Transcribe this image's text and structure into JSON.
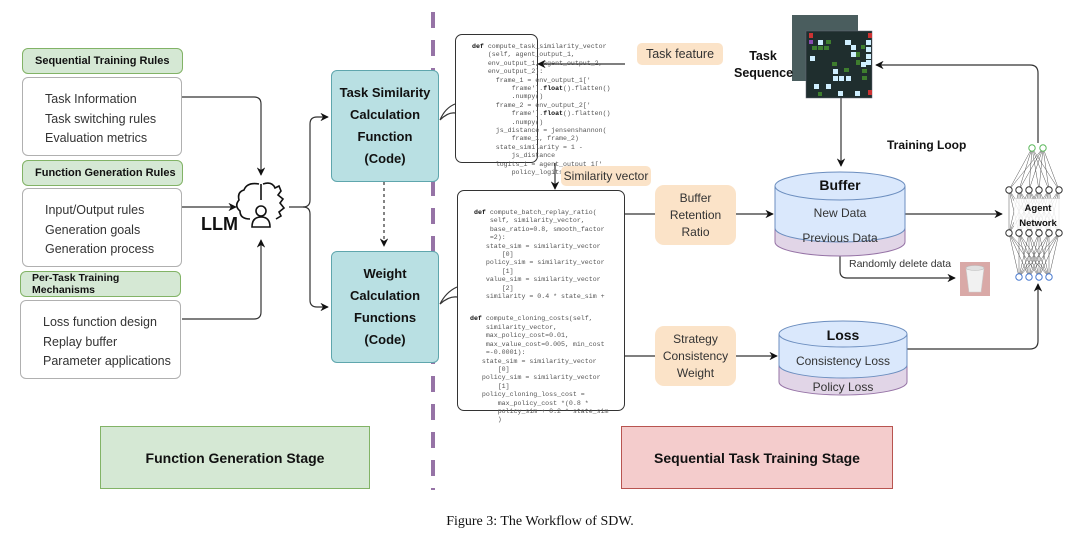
{
  "figure": {
    "caption": "Figure 3: The Workflow of SDW."
  },
  "rules": [
    {
      "header": "Sequential Training Rules",
      "items": [
        "Task Information",
        "Task switching rules",
        "Evaluation metrics"
      ]
    },
    {
      "header": "Function Generation Rules",
      "items": [
        "Input/Output rules",
        "Generation goals",
        "Generation process"
      ]
    },
    {
      "header": "Per-Task Training Mechanisms",
      "items": [
        "Loss function design",
        "Replay buffer",
        "Parameter applications"
      ]
    }
  ],
  "llm": {
    "label": "LLM",
    "icon": "brain-gear-person-icon"
  },
  "functions": {
    "similarity": [
      "Task Similarity",
      "Calculation",
      "Function",
      "(Code)"
    ],
    "weight": [
      "Weight",
      "Calculation",
      "Functions",
      "(Code)"
    ]
  },
  "code": {
    "similarity": "<b>def</b> compute_task_similarity_vector\n    (self, agent_output_1,\n    env_output_1, agent_output_2,\n    env_output_2):\n      frame_1 = env_output_1['\n          frame'].<b>float</b>().flatten()\n          .numpy()\n      frame_2 = env_output_2['\n          frame'].<b>float</b>().flatten()\n          .numpy()\n      js_distance = jensenshannon(\n          frame_1, frame_2)\n      state_similarity = 1 -\n          js_distance\n      logits_1 = agent_output_1['\n          policy_logits']\n                                   ...",
    "replay": "<b>def</b> compute_batch_replay_ratio(\n    self, similarity_vector,\n    base_ratio=0.8, smooth_factor\n    =2):\n   state_sim = similarity_vector\n       [0]\n   policy_sim = similarity_vector\n       [1]\n   value_sim = similarity_vector\n       [2]\n   similarity = 0.4 * state_sim +",
    "cloning": "<b>def</b> compute_cloning_costs(self,\n    similarity_vector,\n    max_policy_cost=0.01,\n    max_value_cost=0.005, min_cost\n    =-0.0001):\n   state_sim = similarity_vector\n       [0]\n   policy_sim = similarity_vector\n       [1]\n   policy_cloning_loss_cost =\n       max_policy_cost *(0.8 *\n       policy_sim + 0.2 * state_sim\n       )"
  },
  "labels": {
    "task_feature": "Task feature",
    "similarity_vector": "Similarity vector",
    "buffer_retention": [
      "Buffer",
      "Retention",
      "Ratio"
    ],
    "strategy_consistency": [
      "Strategy",
      "Consistency",
      "Weight"
    ],
    "task_sequence": [
      "Task",
      "Sequence"
    ],
    "training_loop": "Training Loop",
    "randomly_delete": "Randomly delete data"
  },
  "buffer": {
    "title": "Buffer",
    "top": "New Data",
    "bottom": "Previous Data"
  },
  "loss": {
    "title": "Loss",
    "top": "Consistency Loss",
    "bottom": "Policy Loss"
  },
  "agent": {
    "label": [
      "Agent",
      "Network"
    ]
  },
  "stages": {
    "left": "Function Generation Stage",
    "right": "Sequential Task Training Stage"
  },
  "colors": {
    "rule_header_fill": "#d5e8d4",
    "teal_fill": "#b9e0e3",
    "peach_fill": "#fbe3c8",
    "cyl_blue": "#dae8fc",
    "cyl_purple": "#e1d5e7",
    "divider": "#9673a6",
    "stage_left": "#d5e8d4",
    "stage_right": "#f4cccc"
  }
}
